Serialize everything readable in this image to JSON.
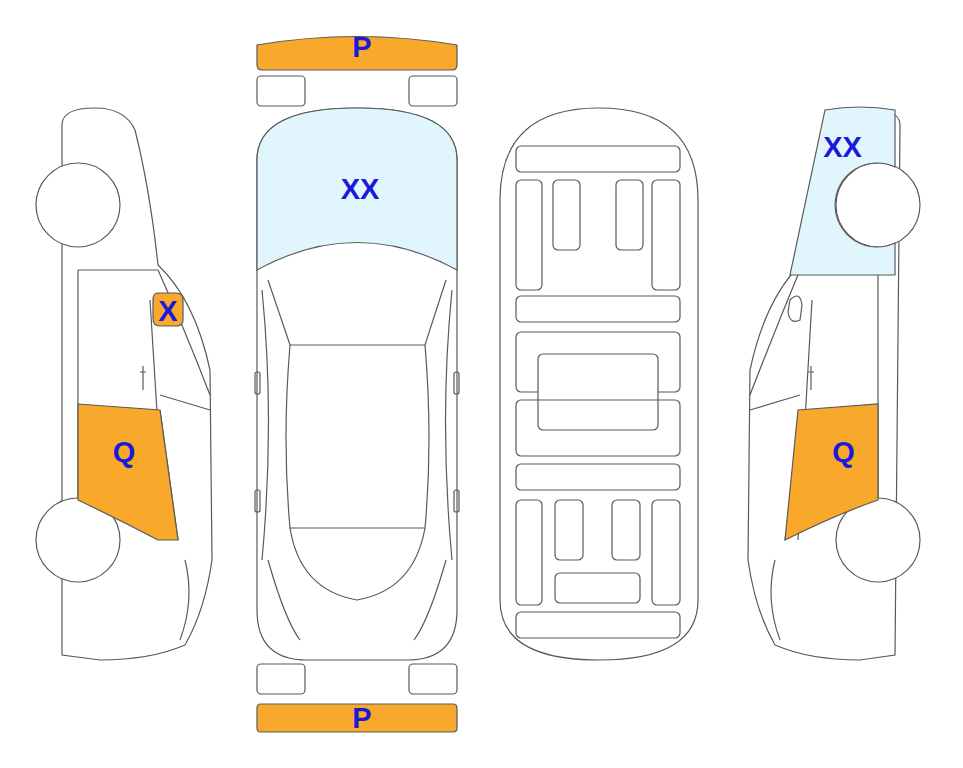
{
  "diagram": {
    "nodes": [
      {
        "text": [
          "P"
        ]
      },
      {
        "text": [
          "XX"
        ]
      },
      {
        "text": [
          "XX"
        ]
      },
      {
        "text": [
          "X"
        ]
      },
      {
        "text": [
          "Q"
        ]
      },
      {
        "text": [
          "Q"
        ]
      },
      {
        "text": [
          "P"
        ]
      }
    ]
  }
}
